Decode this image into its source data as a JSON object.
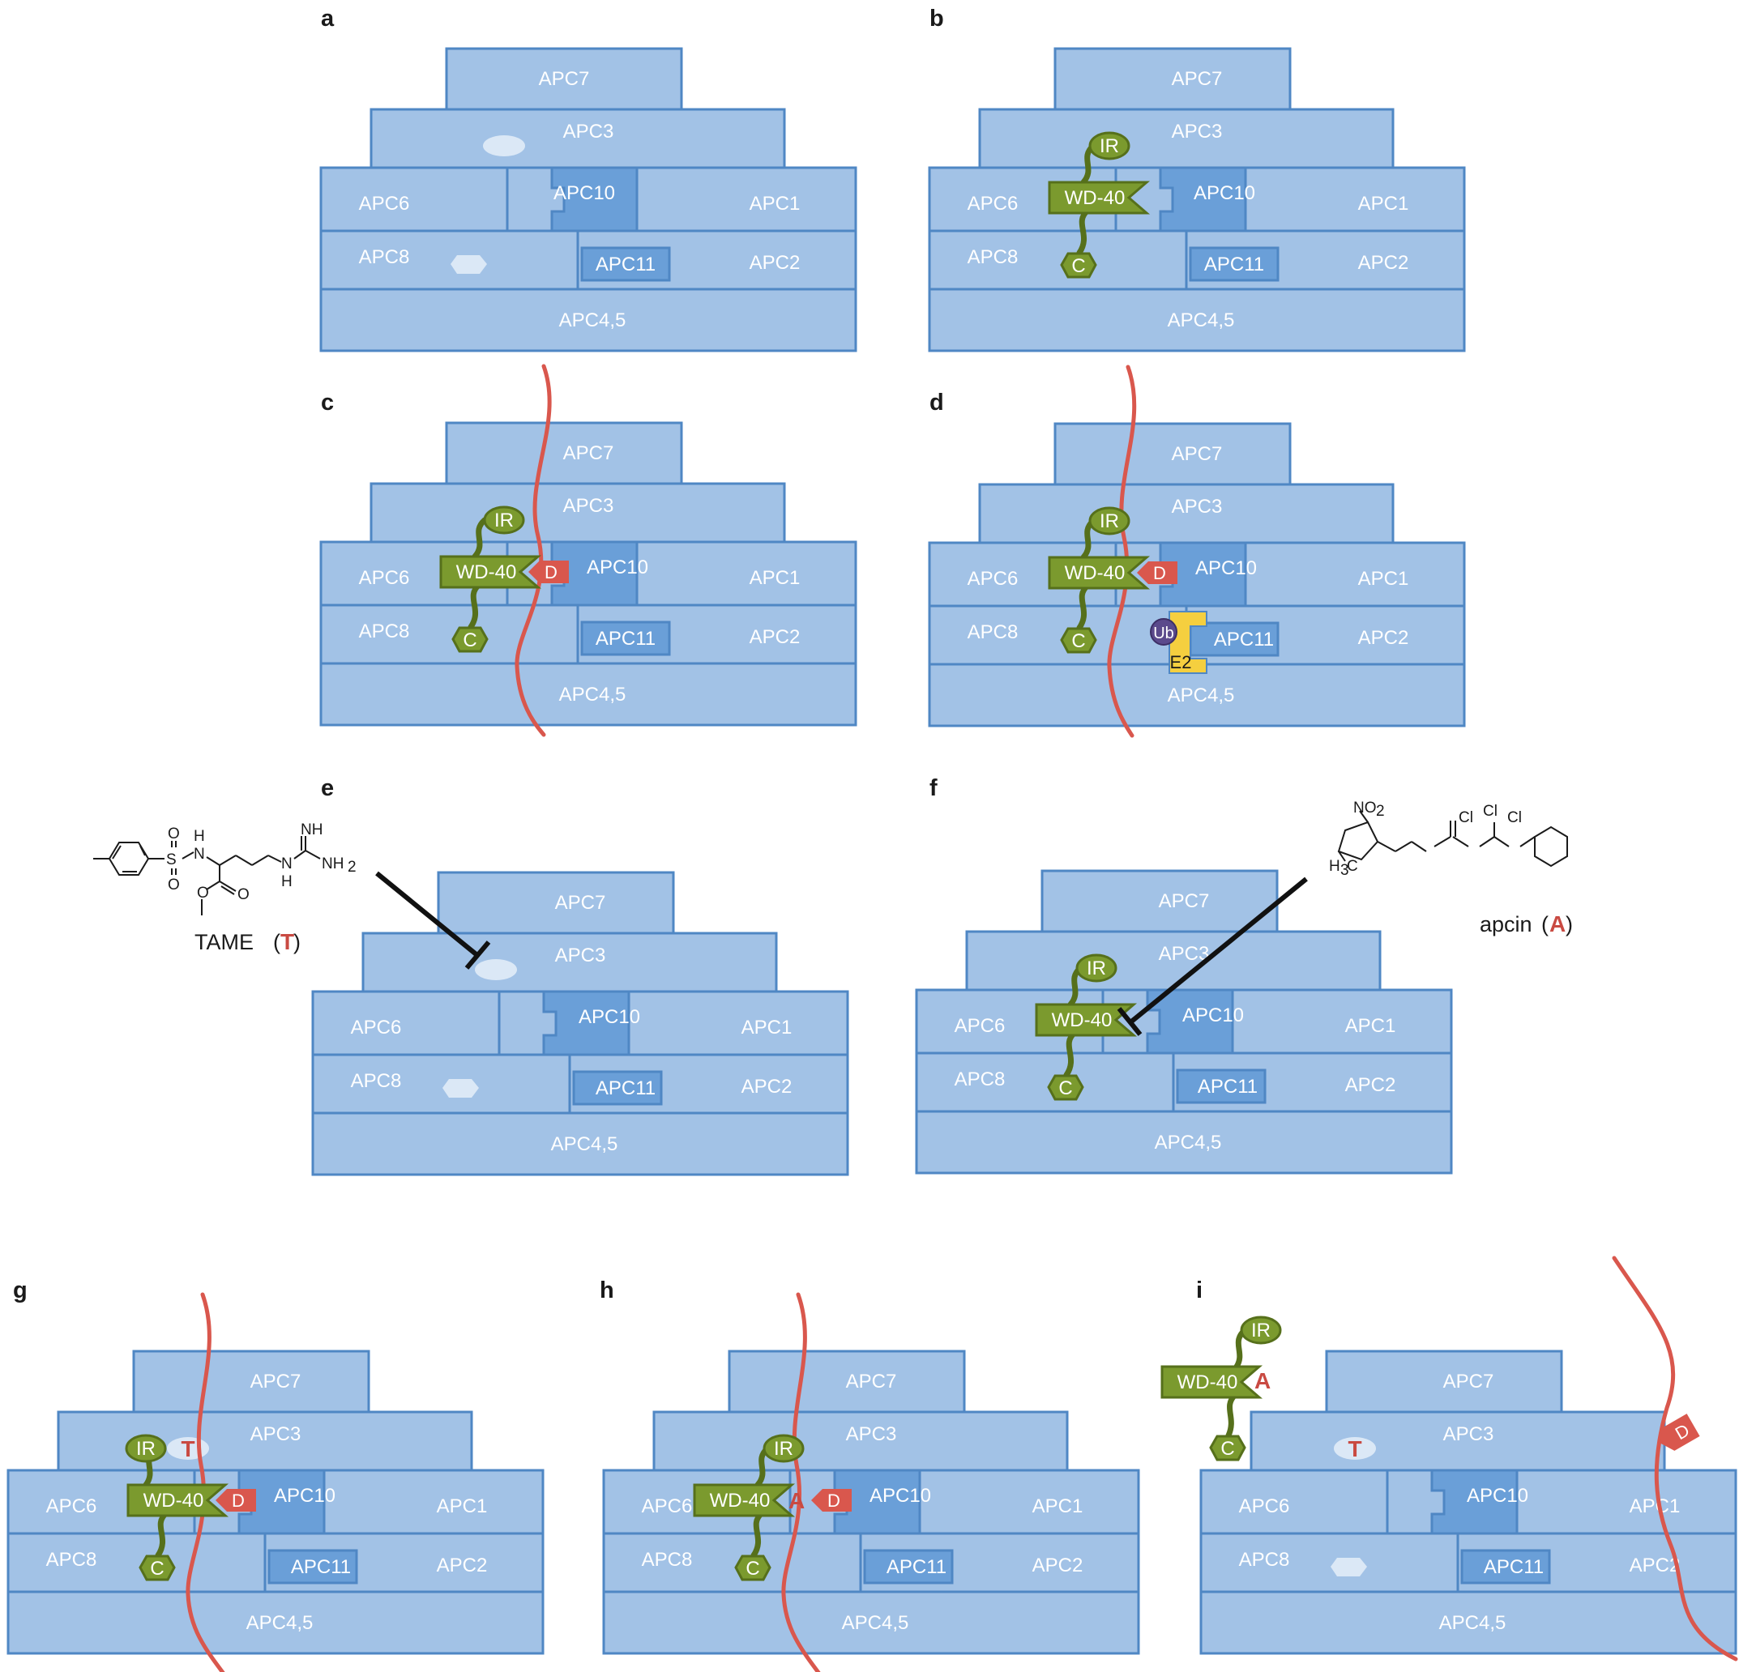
{
  "panels": {
    "a": "a",
    "b": "b",
    "c": "c",
    "d": "d",
    "e": "e",
    "f": "f",
    "g": "g",
    "h": "h",
    "i": "i"
  },
  "subunits": {
    "apc7": "APC7",
    "apc3": "APC3",
    "apc6": "APC6",
    "apc10": "APC10",
    "apc1": "APC1",
    "apc8": "APC8",
    "apc11": "APC11",
    "apc2": "APC2",
    "apc45": "APC4,5"
  },
  "coactivator": {
    "ir": "IR",
    "wd40": "WD-40",
    "c": "C"
  },
  "degron": "D",
  "ubiquitin": "Ub",
  "e2": "E2",
  "inhibitors": {
    "tame_name": "TAME",
    "tame_mark": "T",
    "apcin_name": "apcin",
    "apcin_mark": "A"
  },
  "chemistry": {
    "tame": {
      "s": "S",
      "o": "O",
      "nh": "H",
      "n": "N",
      "nh_top": "NH",
      "nh2": "NH",
      "nh2_sub": "2"
    },
    "apcin": {
      "no2": "NO",
      "no2_sub": "2",
      "cl": "Cl",
      "h3c": "H",
      "h3c_sub": "3",
      "h3c_c": "C"
    }
  },
  "colors": {
    "subunit": "#a2c2e6",
    "subunit_border": "#4f87c4",
    "apc10": "#6a9fd8",
    "coactivator": "#7b9a2e",
    "substrate": "#d9574d",
    "e2": "#f5cf3f",
    "ubiquitin": "#5b4a8c"
  }
}
